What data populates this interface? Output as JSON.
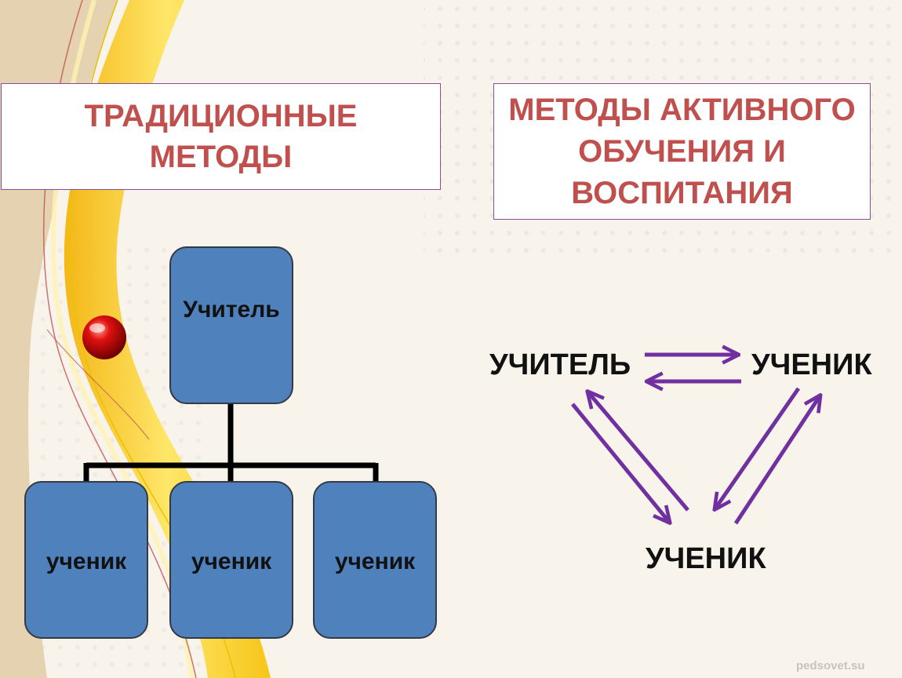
{
  "titles": {
    "traditional": [
      "ТРАДИЦИОННЫЕ",
      "МЕТОДЫ"
    ],
    "active": [
      "МЕТОДЫ АКТИВНОГО",
      "ОБУЧЕНИЯ И",
      "ВОСПИТАНИЯ"
    ]
  },
  "hierarchy": {
    "teacher": "Учитель",
    "students": [
      "ученик",
      "ученик",
      "ученик"
    ]
  },
  "interaction": {
    "teacher": "УЧИТЕЛЬ",
    "student_right": "УЧЕНИК",
    "student_bottom": "УЧЕНИК"
  },
  "watermark": "pedsovet.su",
  "colors": {
    "title_text": "#c0504d",
    "box_border": "#8a4f9c",
    "node_fill": "#4f81bd",
    "arrow": "#7030a0",
    "ribbon": "#f5c400"
  }
}
